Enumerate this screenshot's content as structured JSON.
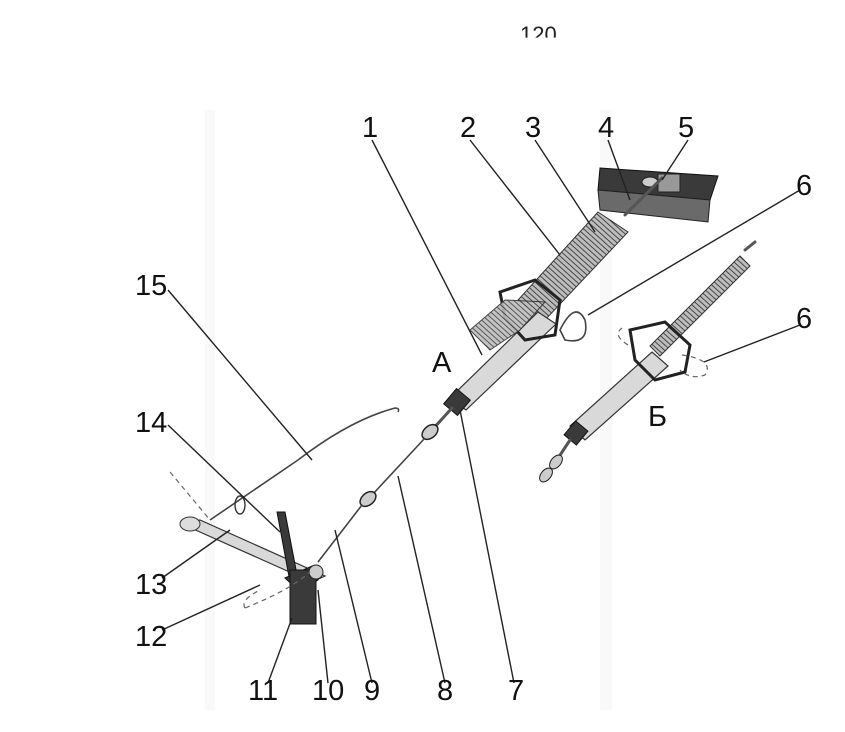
{
  "page_number": "120",
  "labels": {
    "l1": "1",
    "l2": "2",
    "l3": "3",
    "l4": "4",
    "l5": "5",
    "l6a": "6",
    "l6b": "6",
    "l7": "7",
    "l8": "8",
    "l9": "9",
    "l10": "10",
    "l11": "11",
    "l12": "12",
    "l13": "13",
    "l14": "14",
    "l15": "15",
    "variant_a": "А",
    "variant_b": "Б"
  }
}
